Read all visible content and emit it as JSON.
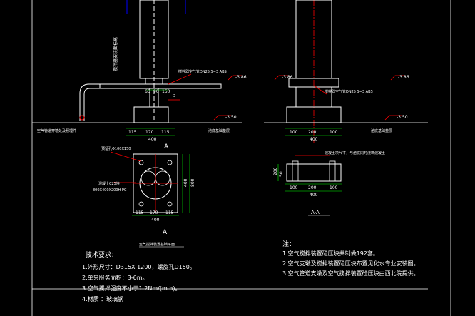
{
  "drawing": {
    "dims": {
      "d115_a": "115",
      "d170_a": "170",
      "d115_b": "115",
      "d400_a": "400",
      "d115_c": "115",
      "d170_c": "170",
      "d115_d": "115",
      "d400_c": "400",
      "d400_v": "400",
      "d800_v": "800",
      "d65": "65",
      "d90": "90",
      "d150": "150",
      "d100_l": "100",
      "d200_m": "200",
      "d100_r": "100",
      "d400_b": "400",
      "d100_l2": "100",
      "d200_m2": "200",
      "d100_r2": "100",
      "d400_b2": "400",
      "d200_v": "200",
      "d50_v": "50"
    },
    "elevations": {
      "e_left_a": "-3.86",
      "e_left_b": "-3.50",
      "e_right_a": "-3.86",
      "e_right_b": "-3.86",
      "e_right_c": "-3.50"
    },
    "section_marks": {
      "a_top": "A",
      "a_bottom": "A"
    },
    "section_title": "A-A",
    "plan_caption": "空气搅拌装置基础平面",
    "leader_labels": {
      "left_vertical": "搅拌器安装面标高",
      "pipe_label": "搅拌器空气管DN25 S=3 ABS",
      "right_pipe_label": "搅拌器空气管DN25 S=3 ABS",
      "ground_left_a": "空气管道穿墙处及预埋件",
      "ground_left_b": "池底基础垫层",
      "ground_right": "池底基础垫层",
      "hole_label": "预留孔Φ100X150",
      "concrete_label": "混凝土C25块",
      "concrete_size": "800X400X200H PC",
      "sec_note": "混凝土块尺寸，与池底同时浇筑混凝土",
      "pipe_top": "D"
    }
  },
  "tech": {
    "title": "技术要求：",
    "items": [
      "1.外形尺寸：D315X 1200，螺旋孔D150。",
      "2.单只服务面积：3-6m。",
      "3.空气搅拌强度不小于1.2Nm/(m.h)。",
      "4.材质 ：玻璃钢"
    ]
  },
  "notes": {
    "title": "注：",
    "items": [
      "1.空气搅拌装置砼压块共制做192套。",
      "2.空气支墩及搅拌装置砼压块布置见化水专业安装图。",
      "3.空气管道支墩及空气搅拌装置砼压块由西北院提供。"
    ]
  },
  "colors": {
    "background": "#000000",
    "primary_line": "#ffffff",
    "dim_line": "#00ff00",
    "leader": "#ff0000",
    "axis_line": "#0000ff",
    "hidden": "#ffff00"
  }
}
